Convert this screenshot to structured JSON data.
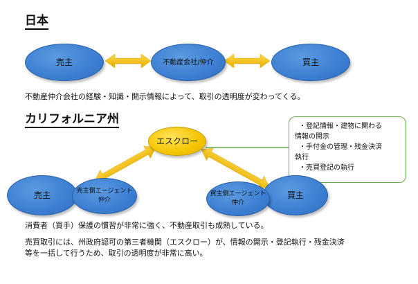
{
  "japan": {
    "heading": "日本",
    "seller": "売主",
    "agent": "不動産会社/仲介",
    "buyer": "買主",
    "caption": "不動産仲介会社の経験・知識・開示情報によって、取引の透明度が変わってくる。"
  },
  "california": {
    "heading": "カリフォルニア州",
    "escrow": "エスクロー",
    "seller": "売主",
    "seller_agent": "売主側エージェント\n仲介",
    "buyer": "買主",
    "buyer_agent": "買主側エージェント\n仲介",
    "callout": [
      "・登記情報・建物に関わる",
      "情報の開示",
      "・手付金の管理・残金決済",
      "執行",
      "・売買登記の執行"
    ],
    "caption1": "消費者（買手）保護の慣習が非常に強く、不動産取引も成熟している。",
    "caption2_line1": "売買取引には、州政府認可の第三者機関（エスクロー）が、情報の開示・登記執行・残金決済",
    "caption2_line2": "等を一括して行うため、取引の透明度が非常に高い。"
  },
  "colors": {
    "ellipse_blue": "#3c7fd2",
    "escrow_yellow": "#f5c400",
    "arrow_yellow": "#f2c200",
    "callout_border": "#6aa84f"
  }
}
